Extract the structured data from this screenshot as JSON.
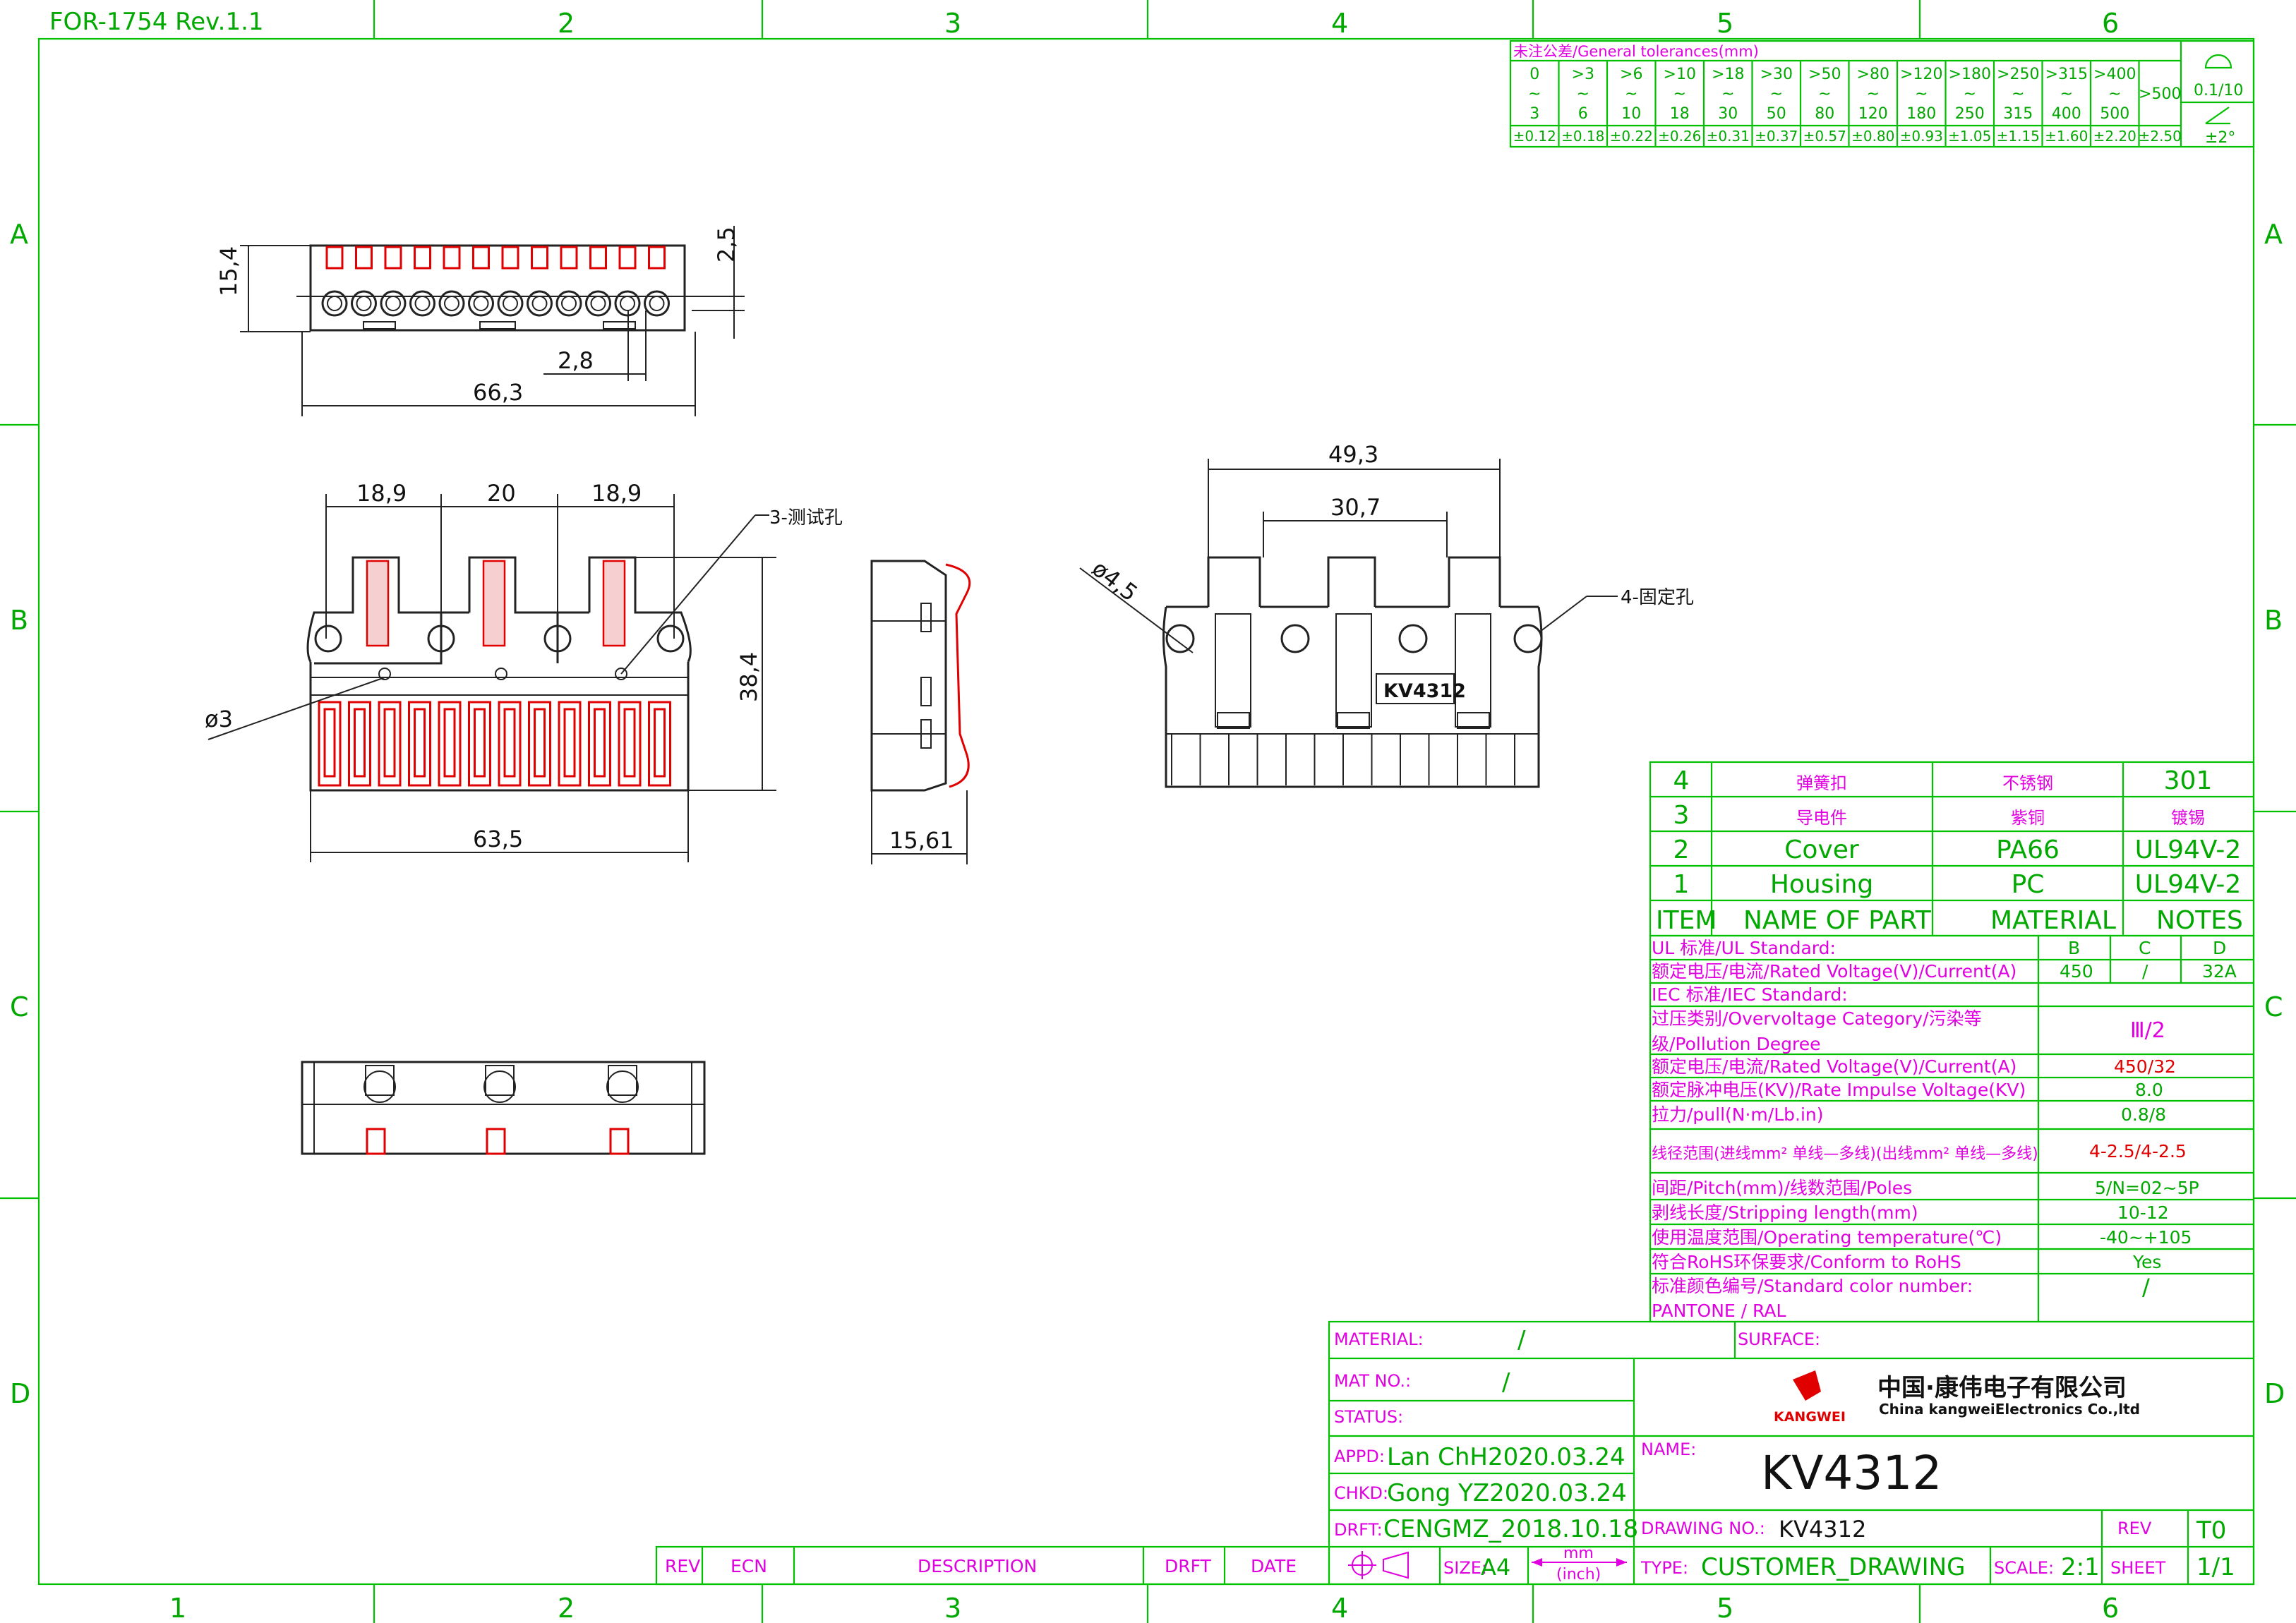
{
  "form_ref": "FOR-1754  Rev.1.1",
  "frame": {
    "columns": [
      "1",
      "2",
      "3",
      "4",
      "5",
      "6"
    ],
    "rows": [
      "A",
      "B",
      "C",
      "D"
    ]
  },
  "tolerance_table": {
    "title": "未注公差/General tolerances(mm)",
    "ranges": [
      {
        "from": "0",
        "to": "3",
        "tol": "±0.12"
      },
      {
        "from": ">3",
        "to": "6",
        "tol": "±0.18"
      },
      {
        "from": ">6",
        "to": "10",
        "tol": "±0.22"
      },
      {
        "from": ">10",
        "to": "18",
        "tol": "±0.26"
      },
      {
        "from": ">18",
        "to": "30",
        "tol": "±0.31"
      },
      {
        "from": ">30",
        "to": "50",
        "tol": "±0.37"
      },
      {
        "from": ">50",
        "to": "80",
        "tol": "±0.57"
      },
      {
        "from": ">80",
        "to": "120",
        "tol": "±0.80"
      },
      {
        "from": ">120",
        "to": "180",
        "tol": "±0.93"
      },
      {
        "from": ">180",
        "to": "250",
        "tol": "±1.05"
      },
      {
        "from": ">250",
        "to": "315",
        "tol": "±1.15"
      },
      {
        "from": ">315",
        "to": "400",
        "tol": "±1.60"
      },
      {
        "from": ">400",
        "to": "500",
        "tol": "±2.20"
      }
    ],
    "over": {
      "label": ">500",
      "tol": "±2.50"
    },
    "tilde": "~",
    "flatness": "0.1/10",
    "angle": "±2°"
  },
  "dimensions": {
    "top_height": "15,4",
    "top_gap": "2,5",
    "top_pitch": "2,8",
    "top_width": "66,3",
    "front_s1": "18,9",
    "front_s2": "20",
    "front_s3": "18,9",
    "front_height": "38,4",
    "front_width": "63,5",
    "hole_dia": "ø3",
    "hole_note": "3-测试孔",
    "side_width": "15,61",
    "back_width": "49,3",
    "back_inner": "30,7",
    "back_hole": "ø4,5",
    "back_note": "4-固定孔",
    "part_mark": "KV4312"
  },
  "parts_table": {
    "rows": [
      {
        "item": "4",
        "name": "弹簧扣",
        "material": "不锈钢",
        "notes": "301"
      },
      {
        "item": "3",
        "name": "导电件",
        "material": "紫铜",
        "notes": "镀锡"
      },
      {
        "item": "2",
        "name": "Cover",
        "material": "PA66",
        "notes": "UL94V-2"
      },
      {
        "item": "1",
        "name": "Housing",
        "material": "PC",
        "notes": "UL94V-2"
      }
    ],
    "header": {
      "item": "ITEM",
      "name": "NAME  OF  PART",
      "material": "MATERIAL",
      "notes": "NOTES"
    }
  },
  "specs": {
    "ul_standard": "UL 标准/UL Standard:",
    "ul_cols": [
      "B",
      "C",
      "D"
    ],
    "ul_rating_label": "额定电压/电流/Rated Voltage(V)/Current(A)",
    "ul_vals": [
      "450",
      "/",
      "32A"
    ],
    "iec_standard": "IEC 标准/IEC Standard:",
    "overvoltage_label": "过压类别/Overvoltage Category/污染等",
    "pollution_label": "级/Pollution Degree",
    "overvoltage_val": "Ⅲ/2",
    "iec_rating_label": "额定电压/电流/Rated Voltage(V)/Current(A)",
    "iec_rating_val": "450/32",
    "impulse_label": "额定脉冲电压(KV)/Rate Impulse Voltage(KV)",
    "impulse_val": "8.0",
    "pull_label": "拉力/pull(N·m/Lb.in)",
    "pull_val": "0.8/8",
    "wire_label": "线径范围(进线mm² 单线—多线)(出线mm² 单线—多线)",
    "wire_val": "4-2.5/4-2.5",
    "pitch_label": "间距/Pitch(mm)/线数范围/Poles",
    "pitch_val": "5/N=02~5P",
    "strip_label": "剥线长度/Stripping length(mm)",
    "strip_val": "10-12",
    "temp_label": "使用温度范围/Operating temperature(℃)",
    "temp_val": "-40~+105",
    "rohs_label": "符合RoHS环保要求/Conform to RoHS",
    "rohs_val": "Yes",
    "color_label": "标准颜色编号/Standard color number:",
    "color_label2": "PANTONE / RAL",
    "color_val": "/"
  },
  "title_block": {
    "material_label": "MATERIAL:",
    "material_val": "/",
    "surface_label": "SURFACE:",
    "mat_no_label": "MAT NO.:",
    "mat_no_val": "/",
    "status_label": "STATUS:",
    "appd_label": "APPD:",
    "appd_val": "Lan ChH2020.03.24",
    "chkd_label": "CHKD:",
    "chkd_val": "Gong YZ2020.03.24",
    "drft_label": "DRFT:",
    "drft_val": "CENGMZ_2018.10.18",
    "company_cn": "中国·康伟电子有限公司",
    "company_en": "China kangweiElectronics Co.,ltd",
    "logo_text": "KANGWEI",
    "name_label": "NAME:",
    "name_val": "KV4312",
    "drawing_no_label": "DRAWING NO.:",
    "drawing_no_val": "KV4312",
    "rev_label": "REV",
    "rev_val": "T0",
    "size_label": "SIZE:",
    "size_val": "A4",
    "unit_top": "mm",
    "unit_bottom": "(inch)",
    "type_label": "TYPE:",
    "type_val": "CUSTOMER_DRAWING",
    "scale_label": "SCALE:",
    "scale_val": "2:1",
    "sheet_label": "SHEET",
    "sheet_val": "1/1"
  },
  "revision_header": {
    "rev": "REV",
    "ecn": "ECN",
    "description": "DESCRIPTION",
    "drft": "DRFT",
    "date": "DATE"
  }
}
